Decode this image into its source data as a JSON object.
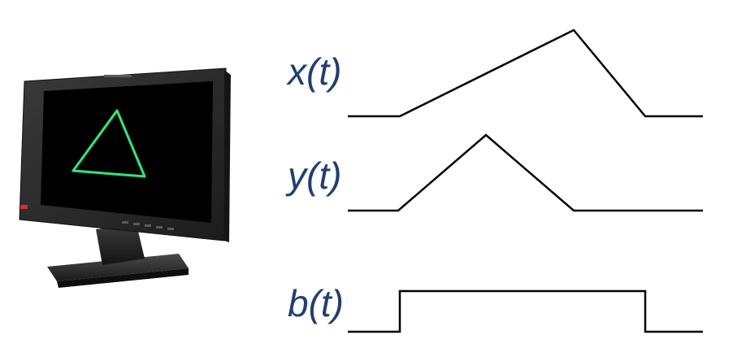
{
  "labels": {
    "x_signal": "x(t)",
    "y_signal": "y(t)",
    "b_signal": "b(t)"
  },
  "colors": {
    "label_text": "#1f3f73",
    "waveform_stroke": "#000000",
    "screen_background": "#000000",
    "triangle_stroke": "#2ee87a",
    "monitor_body": "#2a2a2a",
    "power_led": "#d0322a"
  },
  "icons": {
    "monitor": "computer-monitor-icon",
    "shape": "triangle-outline"
  }
}
